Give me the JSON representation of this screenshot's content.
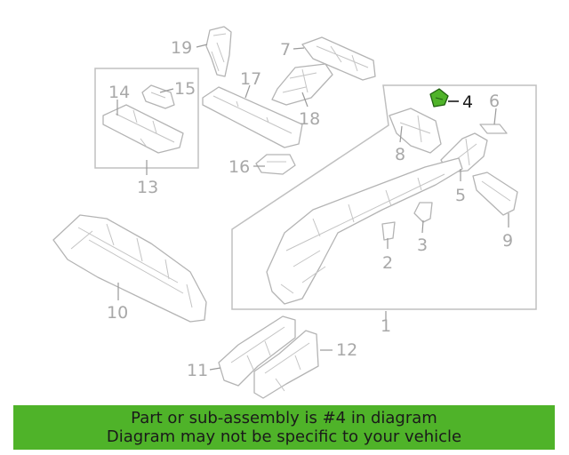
{
  "callouts": {
    "c1": "1",
    "c2": "2",
    "c3": "3",
    "c4": "4",
    "c5": "5",
    "c6": "6",
    "c7": "7",
    "c8": "8",
    "c9": "9",
    "c10": "10",
    "c11": "11",
    "c12": "12",
    "c13": "13",
    "c14": "14",
    "c15": "15",
    "c16": "16",
    "c17": "17",
    "c18": "18",
    "c19": "19"
  },
  "highlighted_callout": "4",
  "banner": {
    "line1": "Part or sub-assembly is #4 in diagram",
    "line2": "Diagram may not be specific to your vehicle",
    "background_color": "#4fb329"
  },
  "colors": {
    "highlight_part": "#4fb329",
    "line_art": "#b4b4b4",
    "callout_text": "#a8a8a8"
  }
}
